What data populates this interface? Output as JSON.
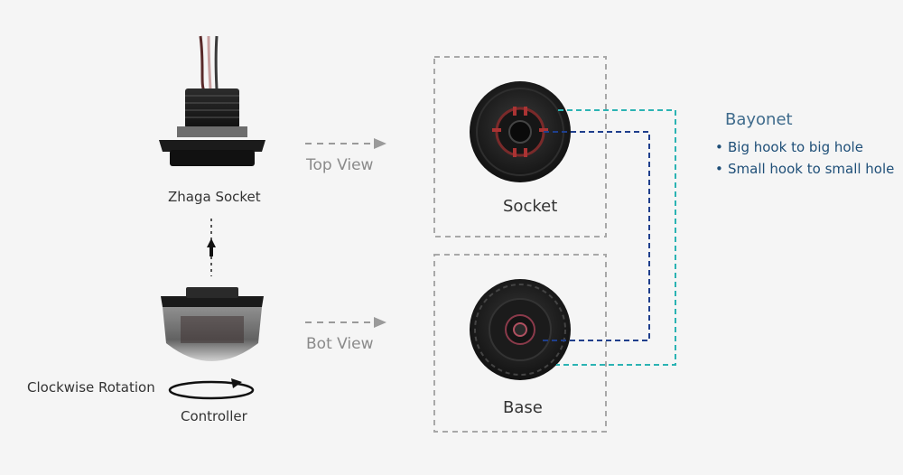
{
  "labels": {
    "zhaga_socket": "Zhaga Socket",
    "top_view": "Top View",
    "bot_view": "Bot View",
    "clockwise_rotation": "Clockwise Rotation",
    "controller": "Controller",
    "socket": "Socket",
    "base": "Base"
  },
  "bayonet": {
    "title": "Bayonet",
    "items": [
      "Big hook to big hole",
      "Small hook to small hole"
    ]
  },
  "colors": {
    "background": "#f5f5f5",
    "dashed_box": "#a8a8a8",
    "arrow_gray": "#9a9a9a",
    "line_teal": "#2bb3b3",
    "line_navy": "#1f3f8c",
    "title_blue": "#3f6b8c",
    "bullet_blue": "#1f4f78"
  },
  "icons": [
    "rotation-arrow-icon",
    "up-arrow-icon",
    "right-arrow-icon"
  ]
}
